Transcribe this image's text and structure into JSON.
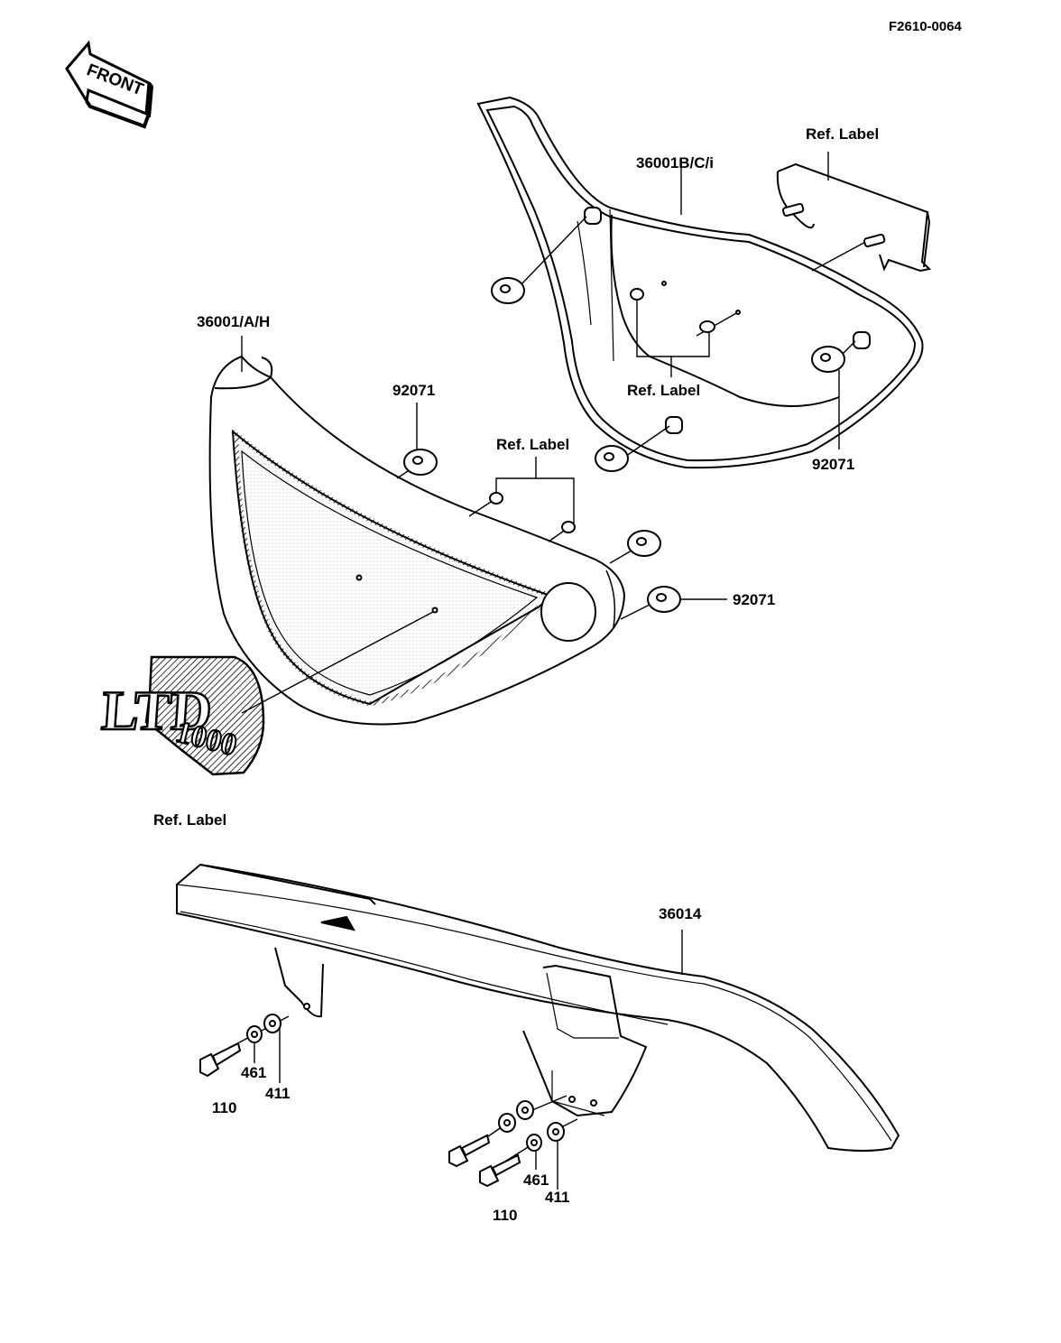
{
  "document_code": "F2610-0064",
  "front_arrow_text": "FRONT",
  "emblem": {
    "line1": "LTD",
    "line2": "1000"
  },
  "callouts": {
    "ref_label_top_right": "Ref.  Label",
    "part_36001bci": "36001B/C/i",
    "part_36001ah": "36001/A/H",
    "grommet_upper_left": "92071",
    "ref_label_center": "Ref. Label",
    "ref_label_right_cover": "Ref.  Label",
    "grommet_right_cover": "92071",
    "grommet_lower_right": "92071",
    "ref_label_emblem": "Ref.  Label",
    "part_36014": "36014",
    "bolt_left": "110",
    "washer461_left": "461",
    "washer411_left": "411",
    "bolt_right": "110",
    "washer461_right": "461",
    "washer411_right": "411"
  }
}
